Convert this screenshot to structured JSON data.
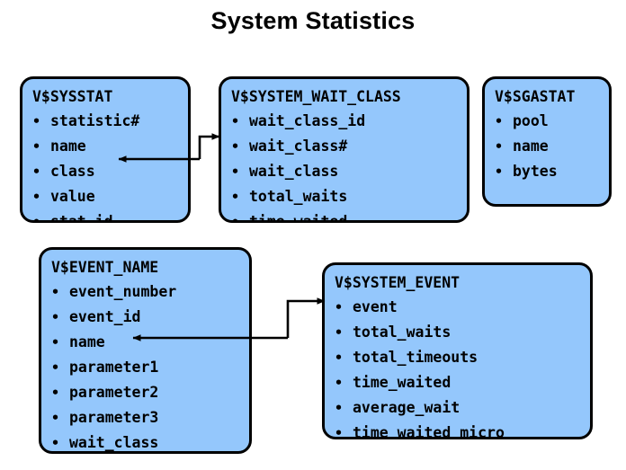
{
  "title": "System Statistics",
  "theme": {
    "entity_fill": "#94c7fc",
    "entity_border": "#000000",
    "text_color": "#000000",
    "background": "#ffffff",
    "connector_color": "#000000"
  },
  "entities": [
    {
      "name": "V$SYSSTAT",
      "fields": [
        "statistic#",
        "name",
        "class",
        "value",
        "stat_id"
      ]
    },
    {
      "name": "V$SYSTEM_WAIT_CLASS",
      "fields": [
        "wait_class_id",
        "wait_class#",
        "wait_class",
        "total_waits",
        "time_waited"
      ]
    },
    {
      "name": "V$SGASTAT",
      "fields": [
        "pool",
        "name",
        "bytes"
      ]
    },
    {
      "name": "V$EVENT_NAME",
      "fields": [
        "event_number",
        "event_id",
        "name",
        "parameter1",
        "parameter2",
        "parameter3",
        "wait_class"
      ]
    },
    {
      "name": "V$SYSTEM_EVENT",
      "fields": [
        "event",
        "total_waits",
        "total_timeouts",
        "time_waited",
        "average_wait",
        "time_waited_micro"
      ]
    }
  ],
  "bullet": "•",
  "connectors": [
    {
      "from_entity": "V$SYSSTAT",
      "from_field": "class",
      "to_entity": "V$SYSTEM_WAIT_CLASS",
      "to_field": "wait_class#",
      "arrows": "both"
    },
    {
      "from_entity": "V$EVENT_NAME",
      "from_field": "name",
      "to_entity": "V$SYSTEM_EVENT",
      "to_field": "event",
      "arrows": "both"
    }
  ]
}
